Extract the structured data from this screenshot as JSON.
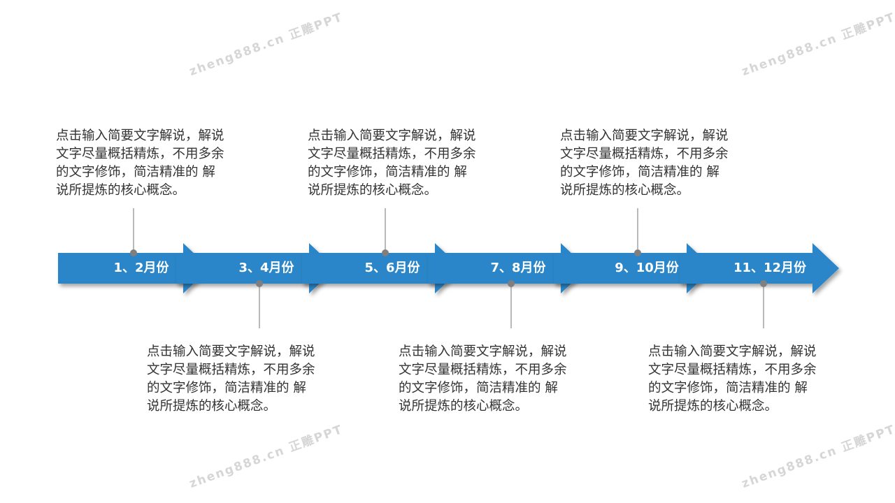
{
  "accent_color": "#2a86c8",
  "watermark": "zheng888.cn 正雕PPT",
  "timeline": [
    {
      "label": "1、2月份",
      "position": "top"
    },
    {
      "label": "3、4月份",
      "position": "bottom"
    },
    {
      "label": "5、6月份",
      "position": "top"
    },
    {
      "label": "7、8月份",
      "position": "bottom"
    },
    {
      "label": "9、10月份",
      "position": "top"
    },
    {
      "label": "11、12月份",
      "position": "bottom"
    }
  ],
  "descriptions": [
    {
      "lines": [
        "点击输入简要文字解说，解说",
        "文字尽量概括精炼，不用多余",
        "的文字修饰，简洁精准的 解",
        "说所提炼的核心概念。"
      ]
    },
    {
      "lines": [
        "点击输入简要文字解说，解说",
        "文字尽量概括精炼，不用多余",
        "的文字修饰，简洁精准的 解",
        "说所提炼的核心概念。"
      ]
    },
    {
      "lines": [
        "点击输入简要文字解说，解说",
        "文字尽量概括精炼，不用多余",
        "的文字修饰，简洁精准的 解",
        "说所提炼的核心概念。"
      ]
    },
    {
      "lines": [
        "点击输入简要文字解说，解说",
        "文字尽量概括精炼，不用多余",
        "的文字修饰，简洁精准的 解",
        "说所提炼的核心概念。"
      ]
    },
    {
      "lines": [
        "点击输入简要文字解说，解说",
        "文字尽量概括精炼，不用多余",
        "的文字修饰，简洁精准的 解",
        "说所提炼的核心概念。"
      ]
    },
    {
      "lines": [
        "点击输入简要文字解说，解说",
        "文字尽量概括精炼，不用多余",
        "的文字修饰，简洁精准的 解",
        "说所提炼的核心概念。"
      ]
    }
  ]
}
